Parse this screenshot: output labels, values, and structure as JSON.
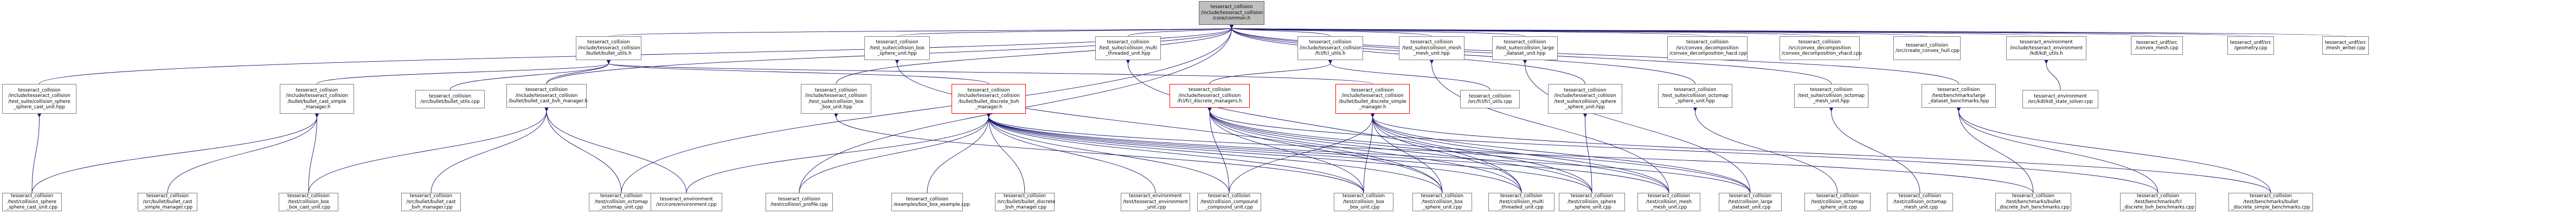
{
  "colors": {
    "edge": "#191970",
    "node_border": "#7f7f7f",
    "root_fill": "#bfbfbf",
    "highlight_border": "#ff0000"
  },
  "nodes": {
    "root": {
      "lines": [
        "tesseract_collision",
        "/include/tesseract_collision",
        "/core/common.h"
      ]
    },
    "bullet_utils": {
      "lines": [
        "tesseract_collision",
        "/include/tesseract_collision",
        "/bullet/bullet_utils.h"
      ]
    },
    "cf_sphere_hpp": {
      "lines": [
        "tesseract_collision",
        "/test_suite/collision_box",
        "_sphere_unit.hpp"
      ]
    },
    "cf_multi_hpp": {
      "lines": [
        "tesseract_collision",
        "/test_suite/collision_multi",
        "_threaded_unit.hpp"
      ]
    },
    "fcl_utils": {
      "lines": [
        "tesseract_collision",
        "/include/tesseract_collision",
        "/fcl/fcl_utils.h"
      ]
    },
    "cm_sphere_hpp": {
      "lines": [
        "tesseract_collision",
        "/test_suite/collision_mesh",
        "_mesh_unit.hpp"
      ]
    },
    "large_dataset_hpp": {
      "lines": [
        "tesseract_collision",
        "/test_suite/collision_large",
        "_dataset_unit.hpp"
      ]
    },
    "convex_hacd": {
      "lines": [
        "tesseract_collision",
        "/src/convex_decomposition",
        "/convex_decomposition_hacd.cpp"
      ]
    },
    "convex_vhacd": {
      "lines": [
        "tesseract_collision",
        "/src/convex_decomposition",
        "/convex_decomposition_vhacd.cpp"
      ]
    },
    "create_hull": {
      "lines": [
        "tesseract_collision",
        "/src/create_convex_hull.cpp"
      ]
    },
    "kdl_utils": {
      "lines": [
        "tesseract_environment",
        "/include/tesseract_environment",
        "/kdl/kdl_utils.h"
      ]
    },
    "convex_mesh": {
      "lines": [
        "tesseract_urdf/src",
        "/convex_mesh.cpp"
      ]
    },
    "geometry_cpp": {
      "lines": [
        "tesseract_urdf/src",
        "/geometry.cpp"
      ]
    },
    "mesh_writer": {
      "lines": [
        "tesseract_urdf/src",
        "/mesh_writer.cpp"
      ]
    },
    "cf_sphere_sphere_hpp": {
      "lines": [
        "tesseract_collision",
        "/include/tesseract_collision",
        "/test_suite/collision_sphere",
        "_sphere_cast_unit.hpp"
      ]
    },
    "bullet_simple_h": {
      "lines": [
        "tesseract_collision",
        "/include/tesseract_collision",
        "/bullet/bullet_cast_simple",
        "_manager.h"
      ]
    },
    "bullet_utils_cpp": {
      "lines": [
        "tesseract_collision",
        "/src/bullet/bullet_utils.cpp"
      ]
    },
    "bullet_bvh_h": {
      "lines": [
        "tesseract_collision",
        "/include/tesseract_collision",
        "/bullet/bullet_cast_bvh_manager.h"
      ]
    },
    "cf_box_box_hpp": {
      "lines": [
        "tesseract_collision",
        "/include/tesseract_collision",
        "/test_suite/collision_box",
        "_box_unit.hpp"
      ]
    },
    "bullet_discrete_bvh_h": {
      "lines": [
        "tesseract_collision",
        "/include/tesseract_collision",
        "/bullet/bullet_discrete_bvh",
        "_manager.h"
      ]
    },
    "fcl_discrete_h": {
      "lines": [
        "tesseract_collision",
        "/include/tesseract_collision",
        "/fcl/fcl_discrete_managers.h"
      ]
    },
    "bullet_discrete_simple_h": {
      "lines": [
        "tesseract_collision",
        "/include/tesseract_collision",
        "/bullet/bullet_discrete_simple",
        "_manager.h"
      ]
    },
    "fcl_utils_cpp": {
      "lines": [
        "tesseract_collision",
        "/src/fcl/fcl_utils.cpp"
      ]
    },
    "cf_sphere_sphere2_hpp": {
      "lines": [
        "tesseract_collision",
        "/include/tesseract_collision",
        "/test_suite/collision_sphere",
        "_sphere_unit.hpp"
      ]
    },
    "cf_octomap_hpp": {
      "lines": [
        "tesseract_collision",
        "/test_suite/collision_octomap",
        "_sphere_unit.hpp"
      ]
    },
    "cf_octomap_mesh_hpp": {
      "lines": [
        "tesseract_collision",
        "/test_suite/collision_octomap",
        "_mesh_unit.hpp"
      ]
    },
    "large_bench_hpp": {
      "lines": [
        "tesseract_collision",
        "/test/benchmarks/large",
        "_dataset_benchmarks.hpp"
      ]
    },
    "kdl_state_solver": {
      "lines": [
        "tesseract_environment",
        "/src/kdl/kdl_state_solver.cpp"
      ]
    },
    "t_sphere_cast": {
      "lines": [
        "tesseract_collision",
        "/test/collision_sphere",
        "_sphere_cast_unit.cpp"
      ]
    },
    "t_bullet_simple": {
      "lines": [
        "tesseract_collision",
        "/src/bullet/bullet_cast",
        "_simple_manager.cpp"
      ]
    },
    "t_box_cast": {
      "lines": [
        "tesseract_collision",
        "/test/collision_box",
        "_box_cast_unit.cpp"
      ]
    },
    "t_bullet_bvh": {
      "lines": [
        "tesseract_collision",
        "/src/bullet/bullet_cast",
        "_bvh_manager.cpp"
      ]
    },
    "t_octomap_sphere": {
      "lines": [
        "tesseract_collision",
        "/test/collision_octomap",
        "_octomap_unit.cpp"
      ]
    },
    "t_core_env": {
      "lines": [
        "tesseract_environment",
        "/src/core/environment.cpp"
      ]
    },
    "t_profile": {
      "lines": [
        "tesseract_collision",
        "/test/collision_profile.cpp"
      ]
    },
    "t_box_example": {
      "lines": [
        "tesseract_collision",
        "/examples/box_box_example.cpp"
      ]
    },
    "t_bullet_discrete_bvh": {
      "lines": [
        "tesseract_collision",
        "/src/bullet/bullet_discrete",
        "_bvh_manager.cpp"
      ]
    },
    "t_env_unit": {
      "lines": [
        "tesseract_environment",
        "/test/tesseract_environment",
        "_unit.cpp"
      ]
    },
    "t_compound": {
      "lines": [
        "tesseract_collision",
        "/test/collision_compound",
        "_compound_unit.cpp"
      ]
    },
    "t_box_box": {
      "lines": [
        "tesseract_collision",
        "/test/collision_box",
        "_box_unit.cpp"
      ]
    },
    "t_box_sphere": {
      "lines": [
        "tesseract_collision",
        "/test/collision_box",
        "_sphere_unit.cpp"
      ]
    },
    "t_multi": {
      "lines": [
        "tesseract_collision",
        "/test/collision_multi",
        "_threaded_unit.cpp"
      ]
    },
    "t_sphere_sphere": {
      "lines": [
        "tesseract_collision",
        "/test/collision_sphere",
        "_sphere_unit.cpp"
      ]
    },
    "t_mesh_mesh": {
      "lines": [
        "tesseract_collision",
        "/test/collision_mesh",
        "_mesh_unit.cpp"
      ]
    },
    "t_large_dataset": {
      "lines": [
        "tesseract_collision",
        "/test/collision_large",
        "_dataset_unit.cpp"
      ]
    },
    "t_octomap_sphere2": {
      "lines": [
        "tesseract_collision",
        "/test/collision_octomap",
        "_sphere_unit.cpp"
      ]
    },
    "t_octomap_mesh": {
      "lines": [
        "tesseract_collision",
        "/test/collision_octomap",
        "_mesh_unit.cpp"
      ]
    },
    "t_bench_bullet": {
      "lines": [
        "tesseract_collision",
        "/test/benchmarks/bullet",
        "_discrete_bvh_benchmarks.cpp"
      ]
    },
    "t_bench_fcl": {
      "lines": [
        "tesseract_collision",
        "/test/benchmarks/fcl",
        "_discrete_bvh_benchmarks.cpp"
      ]
    },
    "t_bench_simple": {
      "lines": [
        "tesseract_collision",
        "/test/benchmarks/bullet",
        "_discrete_simple_benchmarks.cpp"
      ]
    }
  },
  "edges": [
    [
      "bullet_utils",
      "root"
    ],
    [
      "cf_sphere_hpp",
      "root"
    ],
    [
      "cf_multi_hpp",
      "root"
    ],
    [
      "fcl_utils",
      "root"
    ],
    [
      "cm_sphere_hpp",
      "root"
    ],
    [
      "large_dataset_hpp",
      "root"
    ],
    [
      "convex_hacd",
      "root"
    ],
    [
      "convex_vhacd",
      "root"
    ],
    [
      "create_hull",
      "root"
    ],
    [
      "kdl_utils",
      "root"
    ],
    [
      "convex_mesh",
      "root"
    ],
    [
      "geometry_cpp",
      "root"
    ],
    [
      "mesh_writer",
      "root"
    ],
    [
      "cf_sphere_sphere_hpp",
      "root"
    ],
    [
      "bullet_bvh_h",
      "root"
    ],
    [
      "cf_box_box_hpp",
      "root"
    ],
    [
      "cf_sphere_sphere2_hpp",
      "root"
    ],
    [
      "cf_octomap_hpp",
      "root"
    ],
    [
      "cf_octomap_mesh_hpp",
      "root"
    ],
    [
      "large_bench_hpp",
      "root"
    ],
    [
      "bullet_simple_h",
      "bullet_utils"
    ],
    [
      "bullet_utils_cpp",
      "bullet_utils"
    ],
    [
      "bullet_bvh_h",
      "bullet_utils"
    ],
    [
      "bullet_discrete_bvh_h",
      "bullet_utils"
    ],
    [
      "bullet_discrete_simple_h",
      "bullet_utils"
    ],
    [
      "t_box_sphere",
      "cf_sphere_hpp"
    ],
    [
      "t_multi",
      "cf_multi_hpp"
    ],
    [
      "fcl_discrete_h",
      "fcl_utils"
    ],
    [
      "fcl_utils_cpp",
      "fcl_utils"
    ],
    [
      "t_mesh_mesh",
      "cm_sphere_hpp"
    ],
    [
      "t_large_dataset",
      "large_dataset_hpp"
    ],
    [
      "kdl_state_solver",
      "kdl_utils"
    ],
    [
      "t_sphere_cast",
      "cf_sphere_sphere_hpp"
    ],
    [
      "t_sphere_cast",
      "bullet_simple_h"
    ],
    [
      "t_bullet_simple",
      "bullet_simple_h"
    ],
    [
      "t_box_cast",
      "bullet_simple_h"
    ],
    [
      "t_box_cast",
      "bullet_bvh_h"
    ],
    [
      "t_bullet_bvh",
      "bullet_bvh_h"
    ],
    [
      "t_octomap_sphere",
      "bullet_bvh_h"
    ],
    [
      "t_core_env",
      "bullet_bvh_h"
    ],
    [
      "t_box_box",
      "cf_box_box_hpp"
    ],
    [
      "t_core_env",
      "bullet_discrete_bvh_h"
    ],
    [
      "t_profile",
      "bullet_discrete_bvh_h"
    ],
    [
      "t_box_example",
      "bullet_discrete_bvh_h"
    ],
    [
      "t_bullet_discrete_bvh",
      "bullet_discrete_bvh_h"
    ],
    [
      "t_env_unit",
      "bullet_discrete_bvh_h"
    ],
    [
      "t_compound",
      "bullet_discrete_bvh_h"
    ],
    [
      "t_box_box",
      "bullet_discrete_bvh_h"
    ],
    [
      "t_box_sphere",
      "bullet_discrete_bvh_h"
    ],
    [
      "t_multi",
      "bullet_discrete_bvh_h"
    ],
    [
      "t_sphere_sphere",
      "bullet_discrete_bvh_h"
    ],
    [
      "t_mesh_mesh",
      "bullet_discrete_bvh_h"
    ],
    [
      "t_large_dataset",
      "bullet_discrete_bvh_h"
    ],
    [
      "t_bench_bullet",
      "bullet_discrete_bvh_h"
    ],
    [
      "t_compound",
      "fcl_discrete_h"
    ],
    [
      "t_box_box",
      "fcl_discrete_h"
    ],
    [
      "t_box_sphere",
      "fcl_discrete_h"
    ],
    [
      "t_multi",
      "fcl_discrete_h"
    ],
    [
      "t_sphere_sphere",
      "fcl_discrete_h"
    ],
    [
      "t_mesh_mesh",
      "fcl_discrete_h"
    ],
    [
      "t_large_dataset",
      "fcl_discrete_h"
    ],
    [
      "t_bench_fcl",
      "fcl_discrete_h"
    ],
    [
      "t_compound",
      "bullet_discrete_simple_h"
    ],
    [
      "t_box_box",
      "bullet_discrete_simple_h"
    ],
    [
      "t_box_sphere",
      "bullet_discrete_simple_h"
    ],
    [
      "t_multi",
      "bullet_discrete_simple_h"
    ],
    [
      "t_sphere_sphere",
      "bullet_discrete_simple_h"
    ],
    [
      "t_mesh_mesh",
      "bullet_discrete_simple_h"
    ],
    [
      "t_large_dataset",
      "bullet_discrete_simple_h"
    ],
    [
      "t_bench_simple",
      "bullet_discrete_simple_h"
    ],
    [
      "t_sphere_sphere",
      "cf_sphere_sphere2_hpp"
    ],
    [
      "t_octomap_sphere2",
      "cf_octomap_hpp"
    ],
    [
      "t_octomap_mesh",
      "cf_octomap_mesh_hpp"
    ],
    [
      "t_bench_bullet",
      "large_bench_hpp"
    ],
    [
      "t_bench_fcl",
      "large_bench_hpp"
    ],
    [
      "t_bench_simple",
      "large_bench_hpp"
    ],
    [
      "t_octomap_sphere",
      "root"
    ],
    [
      "t_profile",
      "root"
    ]
  ]
}
